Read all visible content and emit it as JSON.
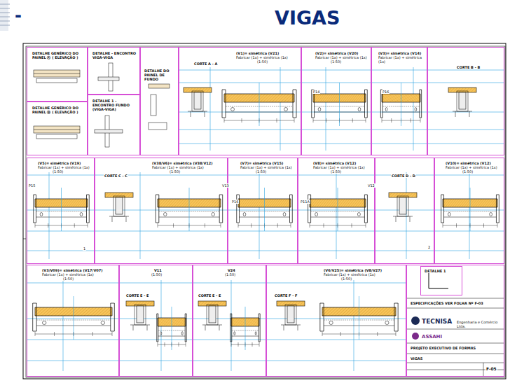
{
  "diagram": {
    "title": "VIGAS",
    "nodes": [
      {
        "text": [
          "DETALHE GENÉRICO DO PAINEL Ⓐ ( ELEVAÇÃO )"
        ]
      },
      {
        "text": [
          "DETALHE - ENCONTRO VIGA-VIGA"
        ]
      },
      {
        "text": [
          "DETALHE DO PAINEL DE FUNDO"
        ]
      },
      {
        "text": [
          "CORTE A - A",
          "(V1)= simétrica (V21)",
          "Fabricar (1x) + simétrica (1x)",
          "(1:50)"
        ]
      },
      {
        "text": [
          "(V2)= simétrica (V20)",
          "Fabricar (1x) + simétrica (1x)",
          "(1:50)"
        ]
      },
      {
        "text": [
          "(V3)= simétrica (V14)",
          "Fabricar (1x) + simétrica (1x)"
        ]
      },
      {
        "text": [
          "CORTE B - B"
        ]
      },
      {
        "text": [
          "DETALHE GENÉRICO DO PAINEL Ⓑ ( ELEVAÇÃO )"
        ]
      },
      {
        "text": [
          "DETALHE 1 - ENCONTRO FUNDO (VIGA-VIGA)"
        ]
      },
      {
        "text": [
          "(V5)= simétrica (V19)",
          "Fabricar (1x) + simétrica (1x)",
          "(1:50)"
        ]
      },
      {
        "text": [
          "CORTE C - C",
          "(V38/V6)= simétrica (V38/V12)",
          "Fabricar (1x) + simétrica (1x)",
          "(1:50)"
        ]
      },
      {
        "text": [
          "(V7)= simétrica (V15)",
          "Fabricar (1x) + simétrica (1x)",
          "(1:50)"
        ]
      },
      {
        "text": [
          "(V8)= simétrica (V12)",
          "Fabricar (1x) + simétrica (1x)",
          "(1:50)"
        ]
      },
      {
        "text": [
          "CORTE D - D"
        ]
      },
      {
        "text": [
          "(V10)= simétrica (V12)",
          "Fabricar (1x) + simétrica (1x)",
          "(1:50)"
        ]
      },
      {
        "text": [
          "(V3/V09)= simétrica (V17/V07)",
          "Fabricar (1x) + simétrica (1x)",
          "(1:50)"
        ]
      },
      {
        "text": [
          "V11",
          "(1:50)",
          "CORTE E - E"
        ]
      },
      {
        "text": [
          "V24",
          "(1:50)",
          "CORTE E - E"
        ]
      },
      {
        "text": [
          "(V6/V25)= simétrica (V8/V27)",
          "Fabricar (1x) + simétrica (1x)",
          "(1:50)",
          "CORTE F - F"
        ]
      },
      {
        "text": [
          "ESPECIFICAÇÕES VER FOLHA Nº F-03",
          "TECNISA",
          "Engenharia e Comércio Ltda.",
          "ASSAHI",
          "PROJETO EXECUTIVO DE FORMAS",
          "VIGAS",
          "F-05"
        ]
      },
      {
        "text": [
          "DETALHE 1"
        ],
        "in": 19
      }
    ],
    "labels": [
      "-",
      "P14",
      "P16",
      "P15",
      "V13",
      "P16",
      "P11A",
      "V12",
      "1",
      "2"
    ]
  }
}
